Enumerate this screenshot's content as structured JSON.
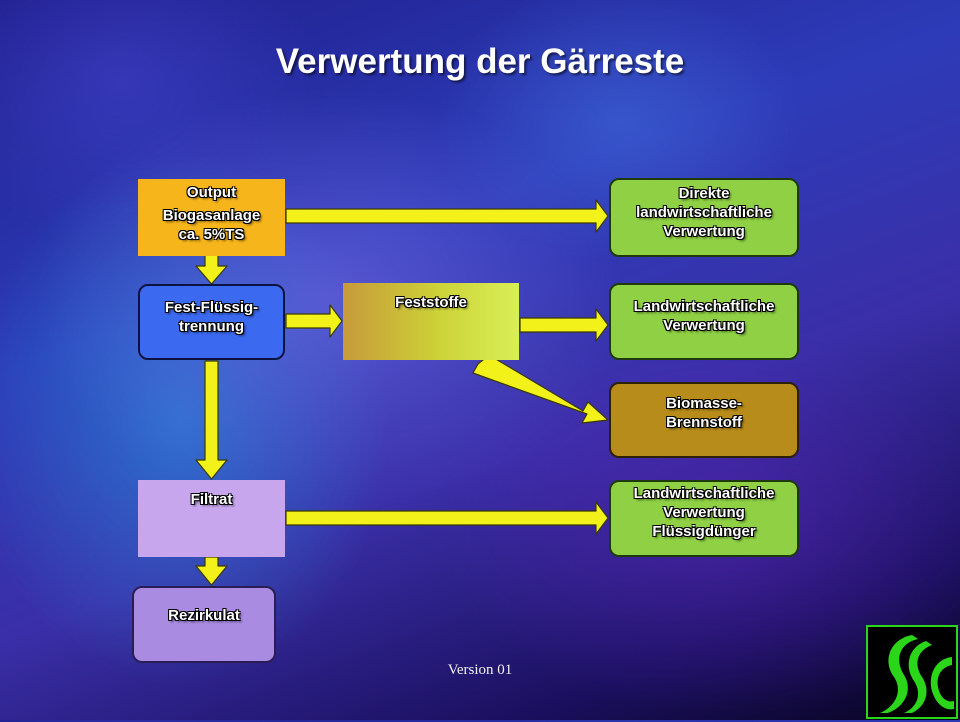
{
  "title": "Verwertung der Gärreste",
  "nodes": {
    "output": [
      "Output",
      "Biogasanlage",
      "ca. 5%TS"
    ],
    "fest_fluessig": [
      "Fest-Flüssig-",
      "trennung"
    ],
    "feststoffe": [
      "Feststoffe"
    ],
    "filtrat": [
      "Filtrat"
    ],
    "rezirkulat": [
      "Rezirkulat"
    ],
    "direkte": [
      "Direkte",
      "landwirtschaftliche",
      "Verwertung"
    ],
    "landw": [
      "Landwirtschaftliche",
      "Verwertung"
    ],
    "biomasse": [
      "Biomasse-",
      "Brennstoff"
    ],
    "fluessigduenger": [
      "Landwirtschaftliche",
      "Verwertung",
      "Flüssigdünger"
    ]
  },
  "footer": "Version 01",
  "colors": {
    "arrow": "#f2f21a",
    "output": "#f6b51b",
    "process": "#3b69f0",
    "green": "#8fd044",
    "biomasse": "#b88c1a",
    "filtrat": "#c8a6ee",
    "rezirkulat": "#a98be2",
    "logo": "#2bd61a"
  },
  "icons": {
    "logo": "company-logo"
  }
}
